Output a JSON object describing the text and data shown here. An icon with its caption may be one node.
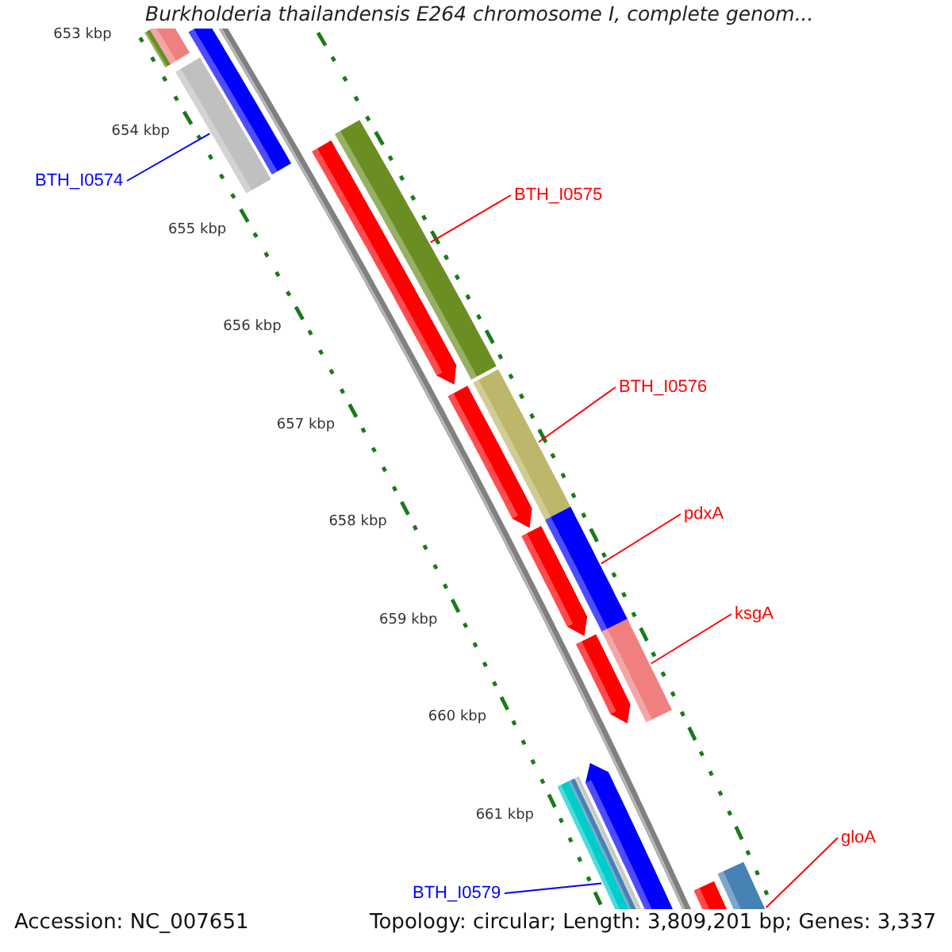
{
  "diagram": {
    "title": "Burkholderia thailandensis E264 chromosome I, complete genom...",
    "nodes": [
      {
        "text": [],
        "shape": "bar"
      },
      {
        "text": [],
        "shape": "bar"
      },
      {
        "text": [],
        "shape": "bar"
      },
      {
        "text": [],
        "shape": "bar"
      },
      {
        "text": [
          "BTH_I0574"
        ]
      },
      {
        "text": [],
        "shape": "bar"
      },
      {
        "text": [],
        "shape": "bar"
      },
      {
        "text": [
          "BTH_I0575"
        ]
      },
      {
        "text": [
          "BTH_I0576"
        ]
      },
      {
        "text": [],
        "shape": "bar"
      },
      {
        "text": [],
        "shape": "bar"
      },
      {
        "text": [
          "pdxA"
        ]
      },
      {
        "text": [],
        "shape": "bar"
      },
      {
        "text": [],
        "shape": "bar"
      },
      {
        "text": [
          "ksgA"
        ]
      },
      {
        "text": [],
        "shape": "bar"
      },
      {
        "text": [],
        "shape": "bar"
      },
      {
        "text": [],
        "shape": "bar"
      },
      {
        "text": [],
        "shape": "bar"
      },
      {
        "text": [],
        "shape": "bar"
      },
      {
        "text": [],
        "shape": "bar"
      },
      {
        "text": [
          "gloA"
        ]
      },
      {
        "text": [],
        "shape": "bar"
      },
      {
        "text": [],
        "shape": "bar"
      },
      {
        "text": [
          "BTH_I0579"
        ]
      }
    ],
    "edges": [
      {
        "from": 4,
        "to": 3,
        "arrow": "none",
        "color": "#0000ff"
      },
      {
        "from": 7,
        "to": 6,
        "arrow": "none"
      },
      {
        "from": 8,
        "to": 9,
        "arrow": "none"
      },
      {
        "from": 11,
        "to": 12,
        "arrow": "none"
      },
      {
        "from": 14,
        "to": 15,
        "arrow": "none"
      },
      {
        "from": 21,
        "to": 22,
        "arrow": "none"
      },
      {
        "from": 24,
        "to": 20,
        "arrow": "none",
        "color": "#0000ff"
      }
    ],
    "labels": [
      "653 kbp",
      "654 kbp",
      "655 kbp",
      "656 kbp",
      "657 kbp",
      "658 kbp",
      "659 kbp",
      "660 kbp",
      "661 kbp",
      "Accession: NC_007651",
      "Topology: circular; Length: 3,809,201 bp; Genes: 3,337"
    ]
  }
}
